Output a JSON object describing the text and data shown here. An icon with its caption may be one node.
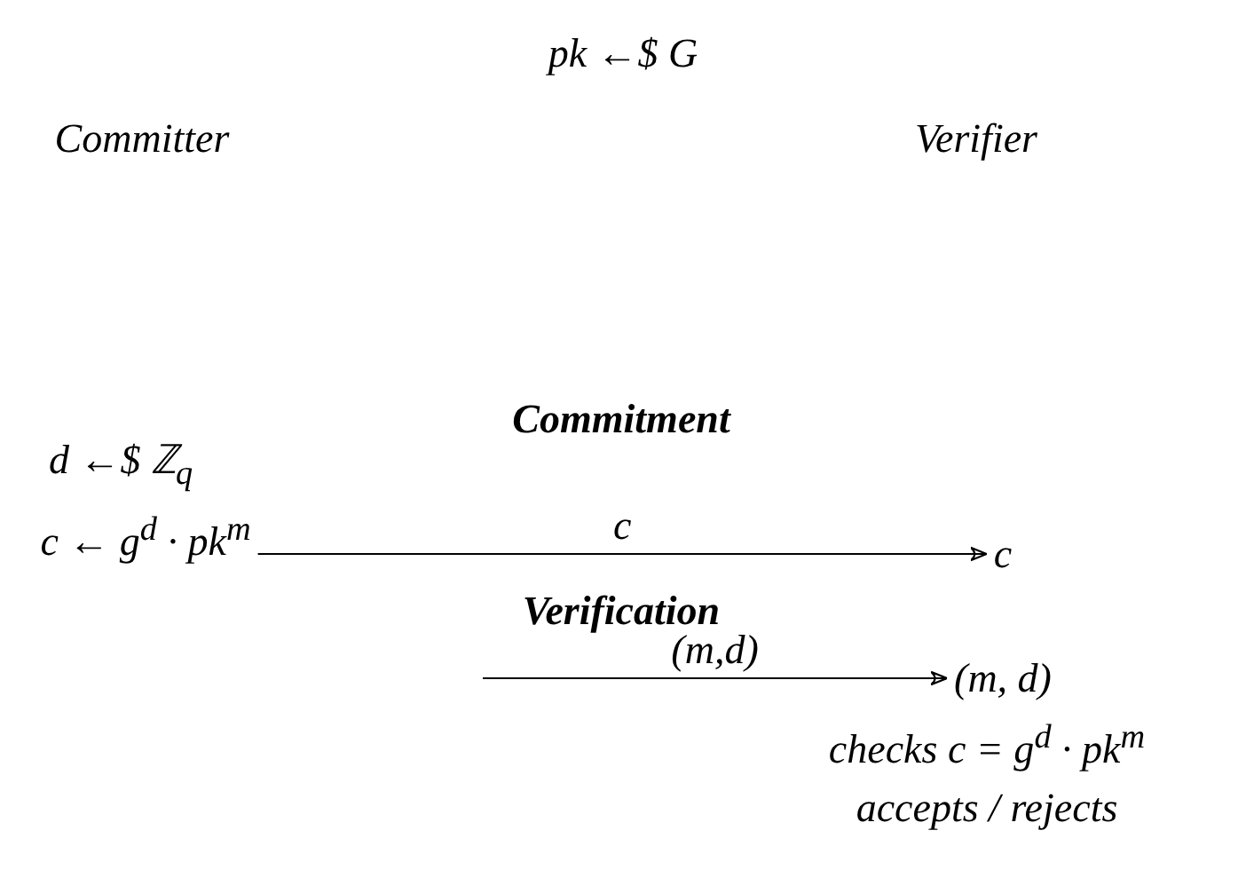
{
  "diagram": {
    "nodes": [
      {
        "text": [
          "c ← g$^{d}$ · pk$^{m}$"
        ]
      },
      {
        "text": [
          "c"
        ]
      },
      {
        "text": [
          "(m, d)"
        ]
      }
    ],
    "edges": [
      {
        "from": 0,
        "to": 1,
        "arrow": "to",
        "label": "c"
      },
      {
        "from": null,
        "to": 2,
        "arrow": "to",
        "label": "(m,d)"
      }
    ],
    "labels": [
      "pk ←$ G",
      "Committer",
      "Verifier",
      "Commitment",
      "d ←$ ℤ$_{q}$",
      "Verification",
      "checks c = g$^{d}$ · pk$^{m}$",
      "accepts / rejects"
    ]
  }
}
